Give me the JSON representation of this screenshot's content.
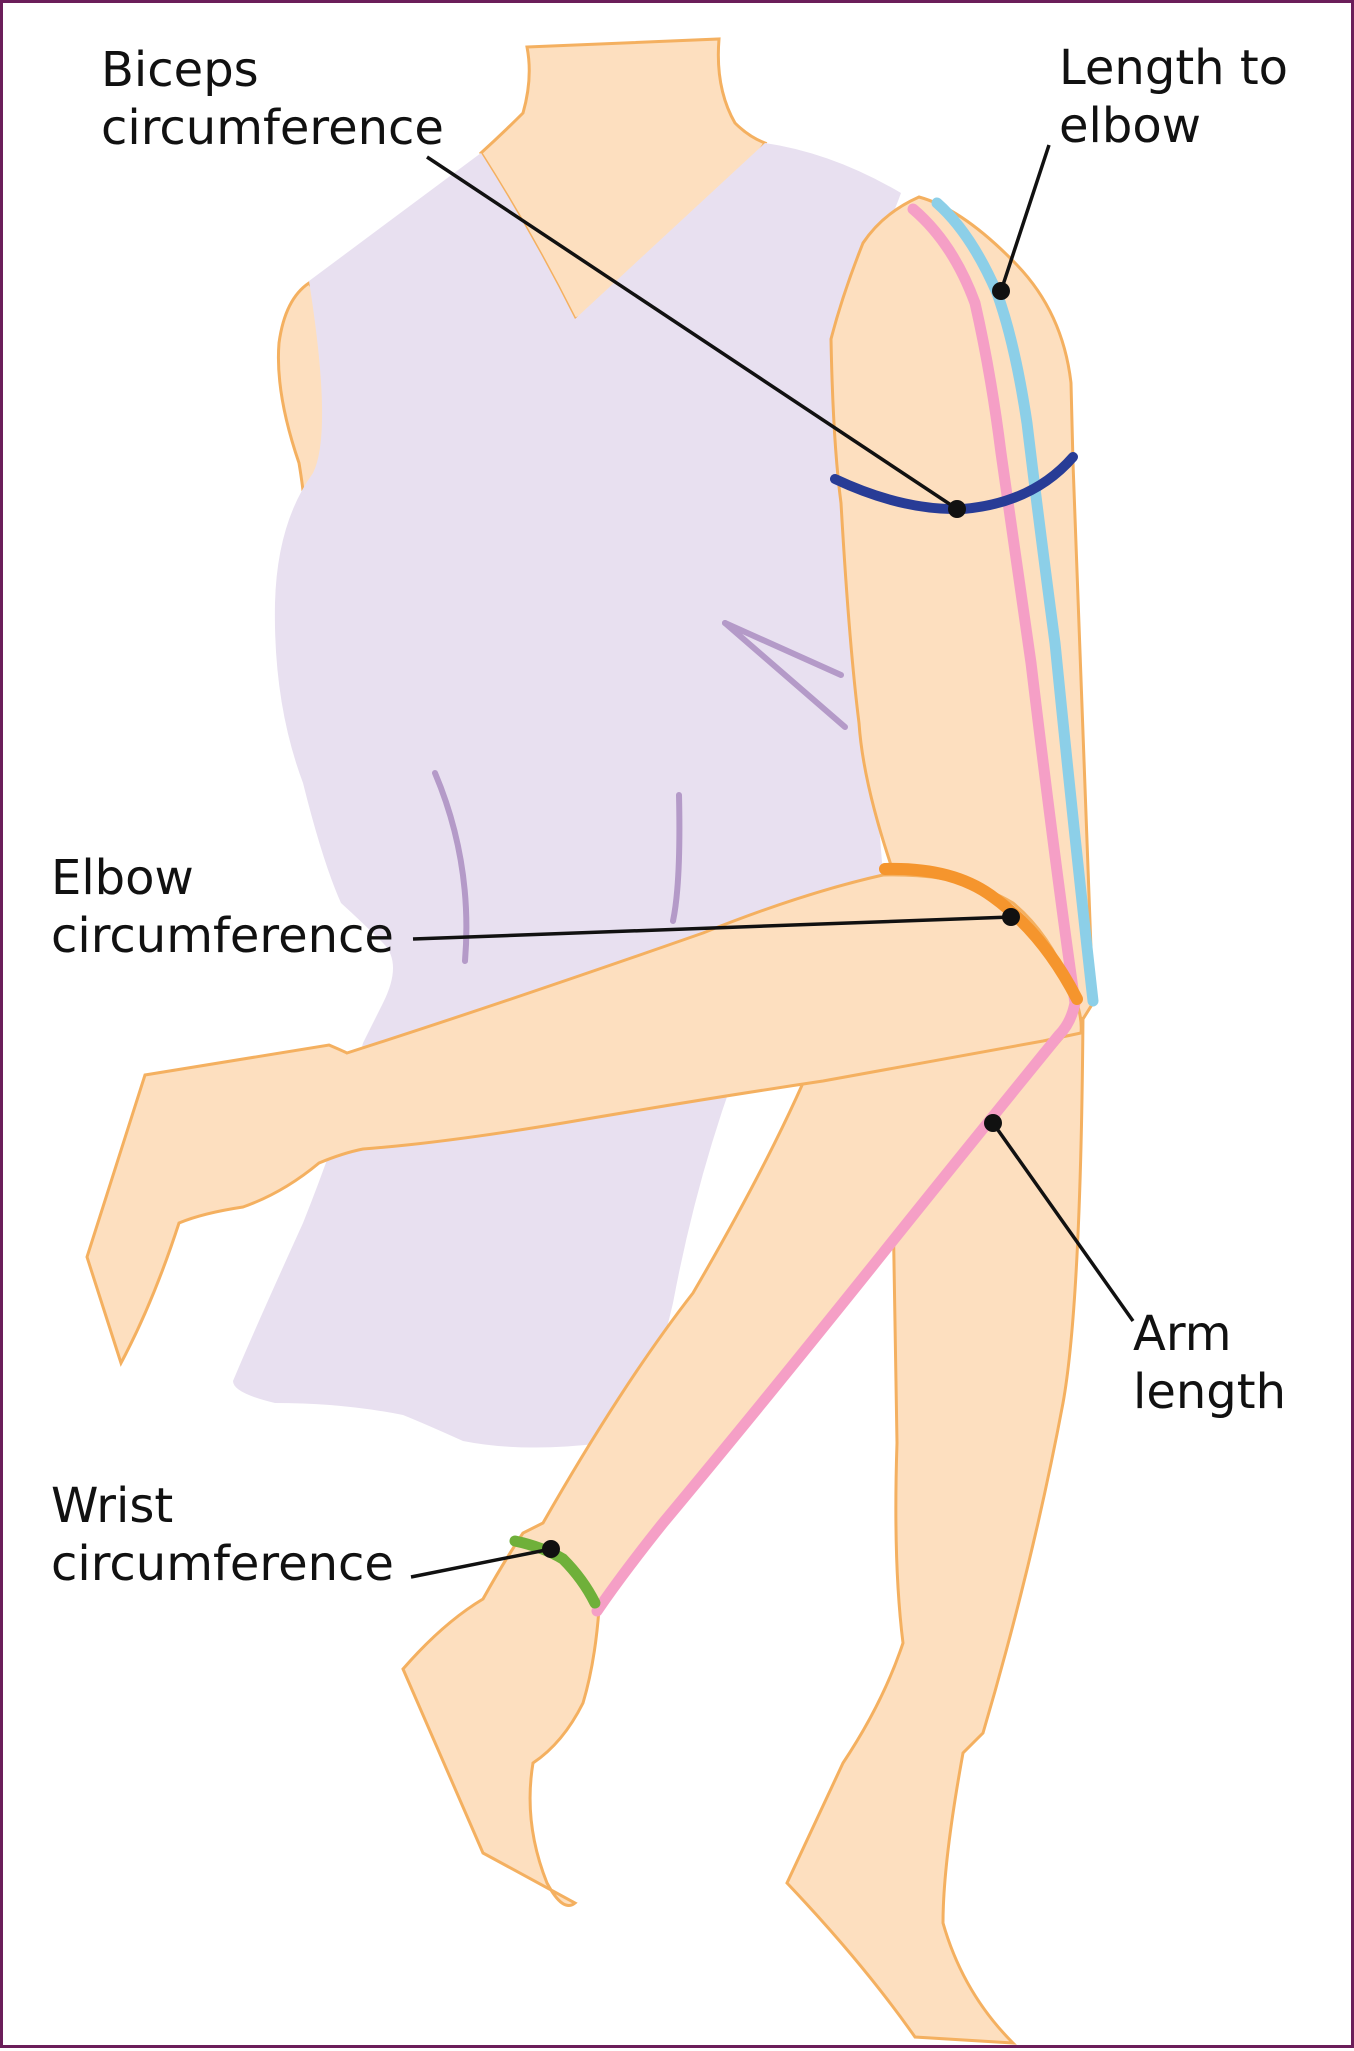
{
  "labels": {
    "biceps": {
      "line1": "Biceps",
      "line2": "circumference"
    },
    "length_to_elbow": {
      "line1": "Length to",
      "line2": "elbow"
    },
    "elbow": {
      "line1": "Elbow",
      "line2": "circumference"
    },
    "arm_length": {
      "line1": "Arm",
      "line2": "length"
    },
    "wrist": {
      "line1": "Wrist",
      "line2": "circumference"
    }
  },
  "colors": {
    "frame": "#6b1e5a",
    "skin": "#fddfbf",
    "outline": "#f4b060",
    "shirt": "#e8e0f0",
    "shirt_folds": "#b49ac8",
    "biceps": "#283c96",
    "length_to_elbow": "#8ccfe8",
    "arm_length": "#f59fc6",
    "elbow": "#f5952d",
    "wrist": "#6fb03a",
    "leader": "#111111"
  }
}
